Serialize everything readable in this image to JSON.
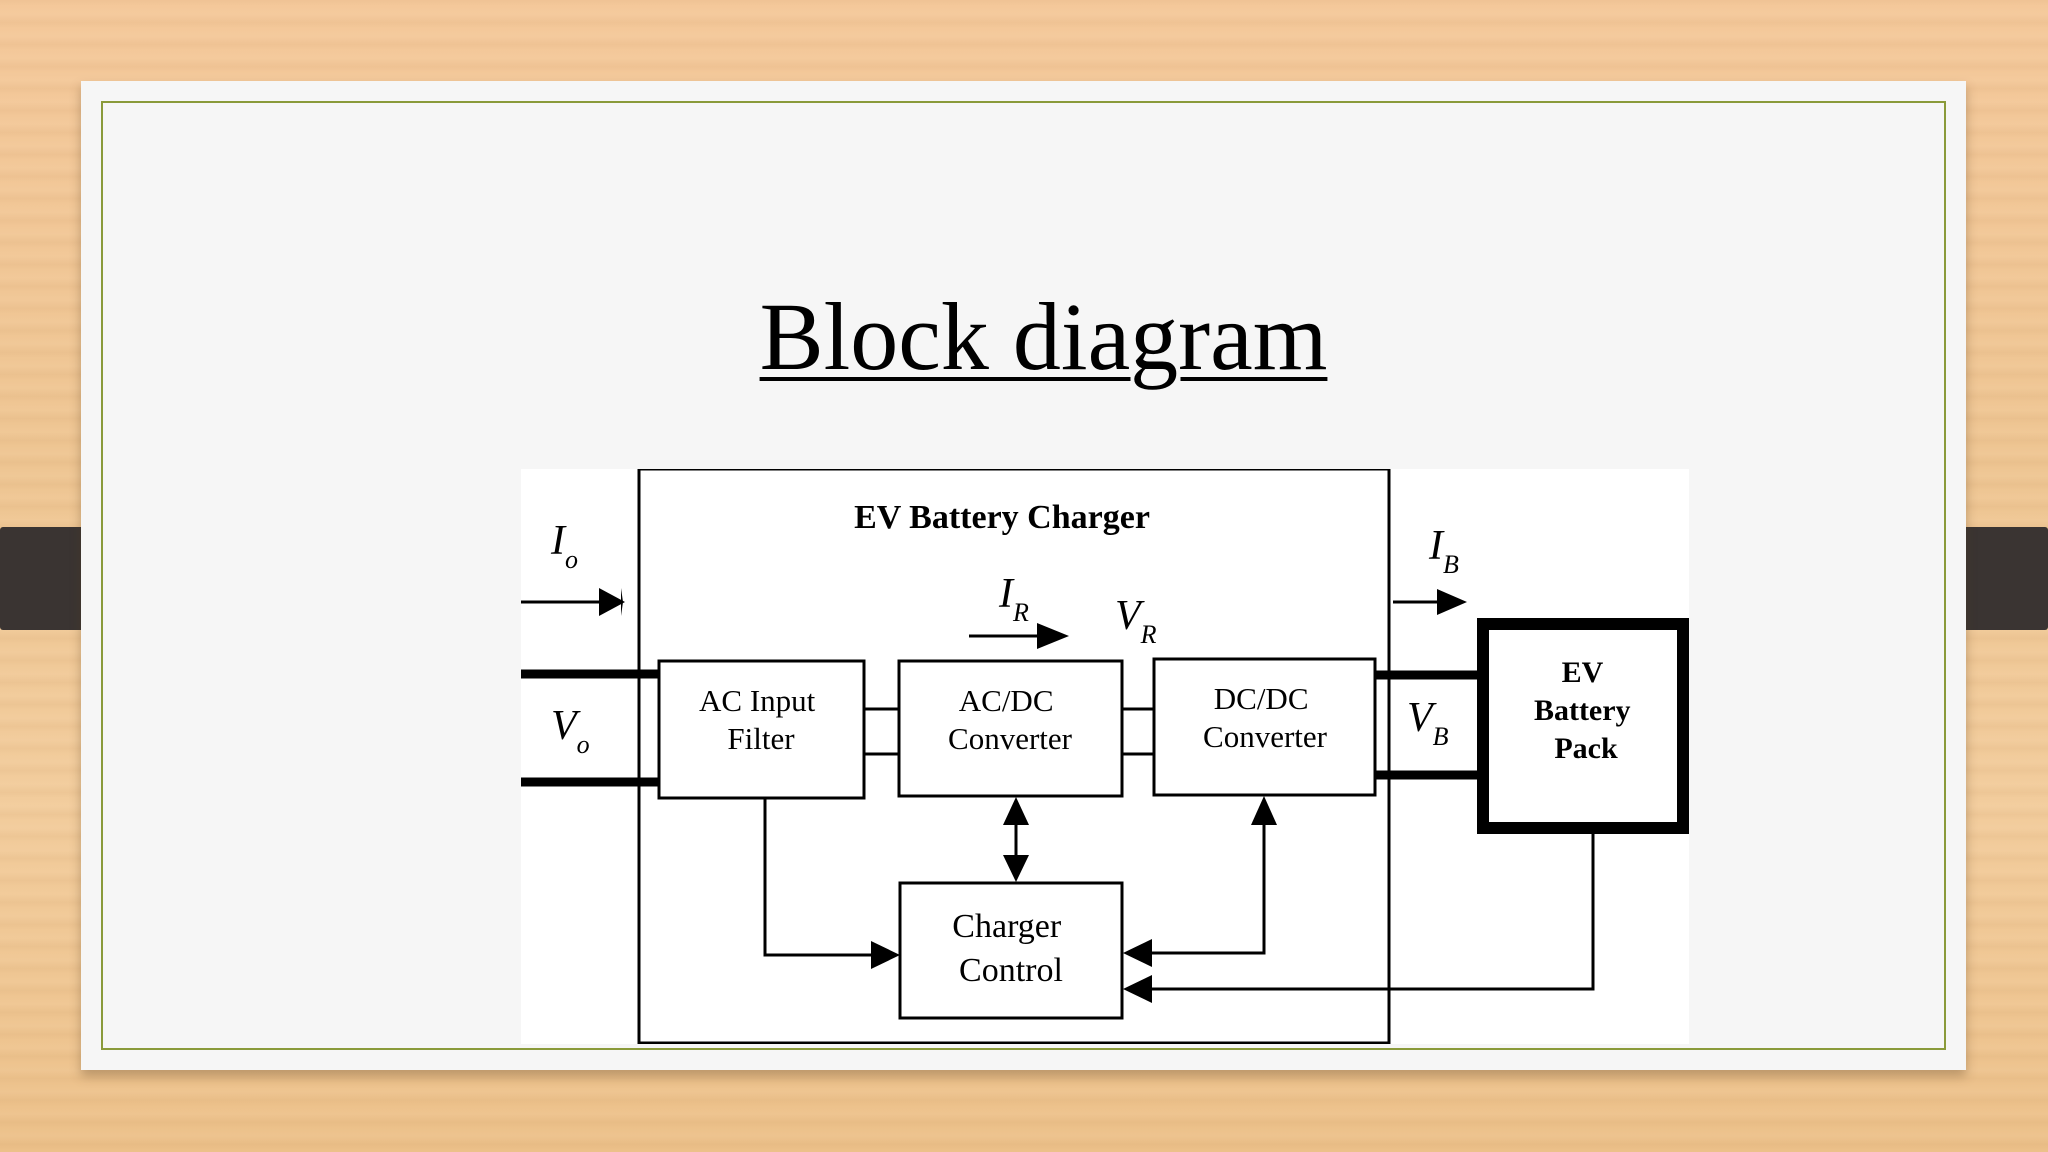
{
  "slide": {
    "title": "Block diagram"
  },
  "diagram": {
    "outer_label": "EV Battery Charger",
    "blocks": {
      "ac_input_filter": [
        "AC Input",
        "Filter"
      ],
      "ac_dc_converter": [
        "AC/DC",
        "Converter"
      ],
      "dc_dc_converter": [
        "DC/DC",
        "Converter"
      ],
      "charger_control": [
        "Charger",
        "Control"
      ],
      "ev_battery_pack": [
        "EV",
        "Battery",
        "Pack"
      ]
    },
    "signals": {
      "input_current": {
        "main": "I",
        "sub": "o"
      },
      "input_voltage": {
        "main": "V",
        "sub": "o"
      },
      "rectified_current": {
        "main": "I",
        "sub": "R"
      },
      "rectified_voltage": {
        "main": "V",
        "sub": "R"
      },
      "battery_current": {
        "main": "I",
        "sub": "B"
      },
      "battery_voltage": {
        "main": "V",
        "sub": "B"
      }
    }
  },
  "colors": {
    "border": "#8a9a3a",
    "card": "#f6f6f6",
    "clip": "#3a3432"
  }
}
